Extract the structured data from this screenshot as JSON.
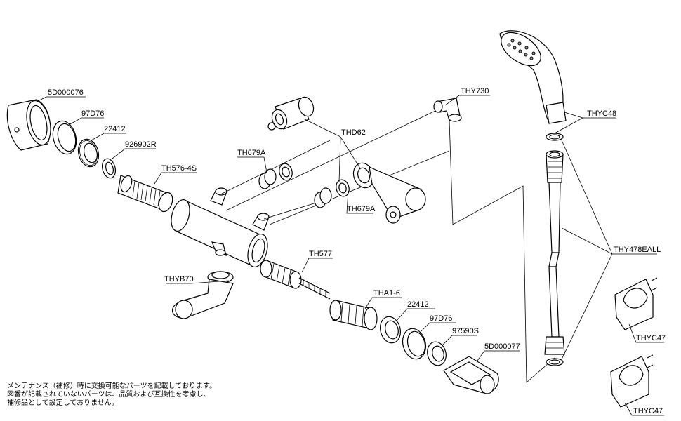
{
  "labels": {
    "p_5d000076": "5D000076",
    "p_97d76_top": "97D76",
    "p_22412_top": "22412",
    "p_926902r": "926902R",
    "p_th576_4s": "TH576-4S",
    "p_th679a_left": "TH679A",
    "p_thd62": "THD62",
    "p_th679a_right": "TH679A",
    "p_thy730": "THY730",
    "p_thyc48": "THYC48",
    "p_thy478eall": "THY478EALL",
    "p_th577": "TH577",
    "p_thyb70": "THYB70",
    "p_tha1_6": "THA1-6",
    "p_22412_bottom": "22412",
    "p_97d76_bottom": "97D76",
    "p_97590s": "97590S",
    "p_5d000077": "5D000077",
    "p_thyc47_top": "THYC47",
    "p_thyc47_bottom": "THYC47"
  },
  "note": {
    "line1": "メンテナンス（補修）時に交換可能なパーツを記載しております。",
    "line2": "図番が記載されていないパーツは、品質および互換性を考慮し、",
    "line3": "補修品として設定しておりません。"
  }
}
